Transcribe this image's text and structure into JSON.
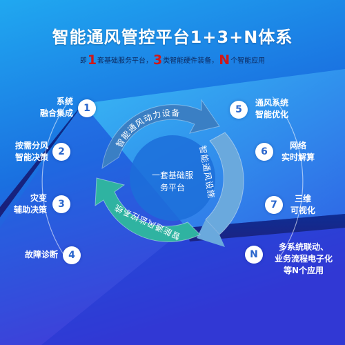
{
  "title": "智能通风管控平台1+3+N体系",
  "subtitle": {
    "prefix": "即",
    "num1": "1",
    "part1": "套基础服务平台，",
    "num2": "3",
    "part2": "类智能硬件装备，",
    "num3": "N",
    "part3": "个智能应用"
  },
  "center": {
    "line1": "一套基础服",
    "line2": "务平台"
  },
  "arcs": [
    {
      "label": "智能通风动力设备",
      "color": "#3a7fc4"
    },
    {
      "label": "智能通风设施",
      "color": "#6aa9dd"
    },
    {
      "label": "智能通风监控系统",
      "color": "#2fb3a1"
    }
  ],
  "nodes": [
    {
      "num": "1",
      "line1": "系统",
      "line2": "融合集成"
    },
    {
      "num": "2",
      "line1": "按需分风",
      "line2": "智能决策"
    },
    {
      "num": "3",
      "line1": "灾变",
      "line2": "辅助决策"
    },
    {
      "num": "4",
      "line1": "故障诊断"
    },
    {
      "num": "5",
      "line1": "通风系统",
      "line2": "智能优化"
    },
    {
      "num": "6",
      "line1": "网络",
      "line2": "实时解算"
    },
    {
      "num": "7",
      "line1": "三维",
      "line2": "可视化"
    },
    {
      "num": "N",
      "line1": "多系统联动、",
      "line2": "业务流程电子化",
      "line3": "等N个应用"
    }
  ],
  "colors": {
    "bg_top": "#1b8ee6",
    "bg_bottom": "#3e2fd0",
    "accent_red": "#d01818",
    "node_text": "#2a66cc"
  }
}
